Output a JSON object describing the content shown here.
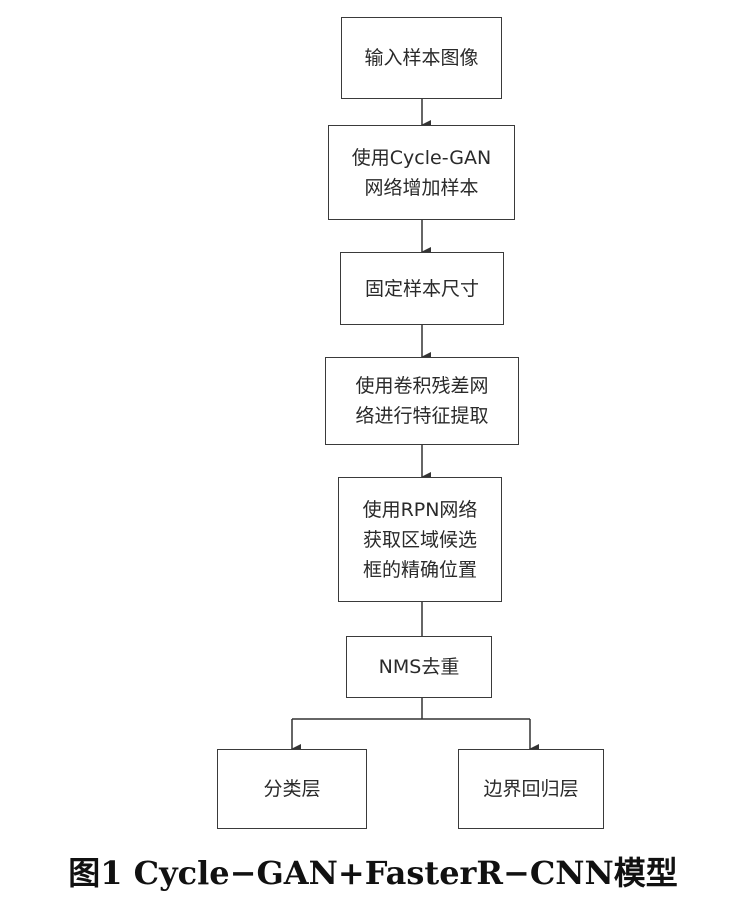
{
  "nodes": {
    "input": "输入样本图像",
    "cyclegan": "使用Cycle-GAN\n网络增加样本",
    "fix_size": "固定样本尺寸",
    "resnet": "使用卷积残差网\n络进行特征提取",
    "rpn": "使用RPN网络\n获取区域候选\n框的精确位置",
    "nms": "NMS去重",
    "cls": "分类层",
    "reg": "边界回归层"
  },
  "caption": "图1   Cycle−GAN+FasterR−CNN模型"
}
